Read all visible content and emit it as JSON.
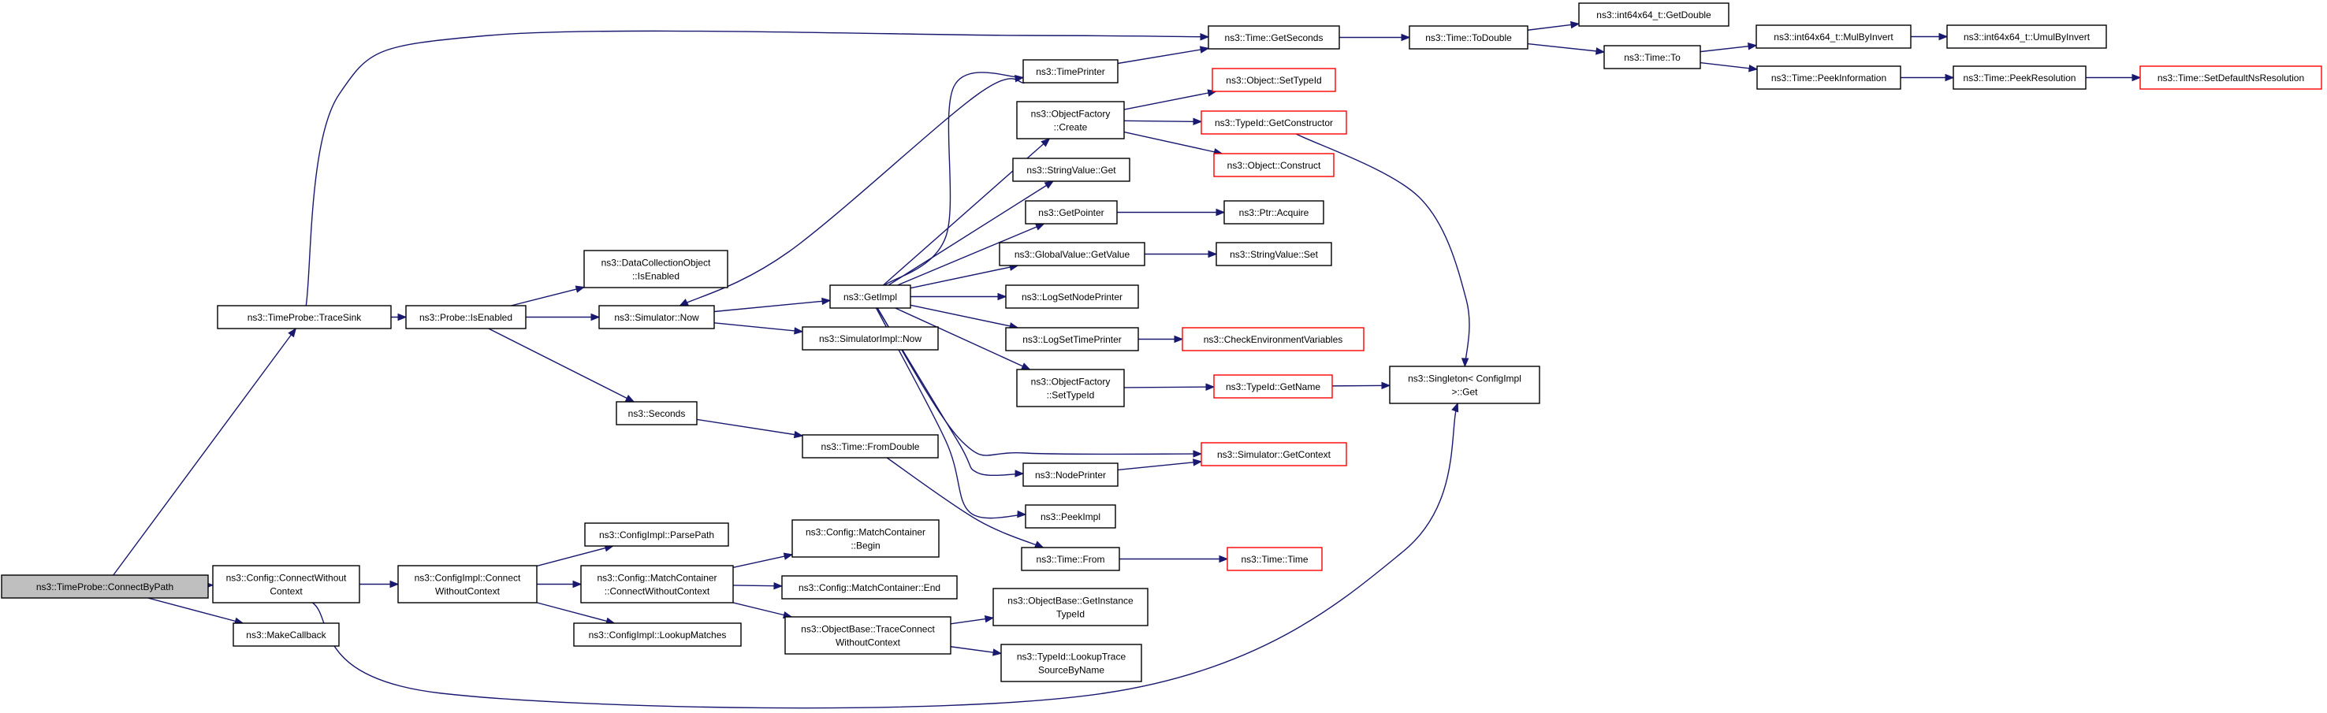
{
  "colors": {
    "edge": "#191970",
    "node_border": "#000000",
    "node_border_truncated": "#ff0000",
    "node_fill": "#ffffff",
    "root_fill": "#bfbfbf"
  },
  "graph": {
    "nodes": [
      {
        "id": "root",
        "lines": [
          "ns3::TimeProbe::ConnectByPath"
        ],
        "style": "root"
      },
      {
        "id": "tracesink",
        "lines": [
          "ns3::TimeProbe::TraceSink"
        ],
        "style": "normal"
      },
      {
        "id": "cfgconnect",
        "lines": [
          "ns3::Config::ConnectWithout",
          "Context"
        ],
        "style": "normal"
      },
      {
        "id": "makecallback",
        "lines": [
          "ns3::MakeCallback"
        ],
        "style": "normal"
      },
      {
        "id": "probeenabled",
        "lines": [
          "ns3::Probe::IsEnabled"
        ],
        "style": "normal"
      },
      {
        "id": "cfgimplconnect",
        "lines": [
          "ns3::ConfigImpl::Connect",
          "WithoutContext"
        ],
        "style": "normal"
      },
      {
        "id": "dcoenabled",
        "lines": [
          "ns3::DataCollectionObject",
          "::IsEnabled"
        ],
        "style": "normal"
      },
      {
        "id": "simnow",
        "lines": [
          "ns3::Simulator::Now"
        ],
        "style": "normal"
      },
      {
        "id": "seconds",
        "lines": [
          "ns3::Seconds"
        ],
        "style": "normal"
      },
      {
        "id": "parsepath",
        "lines": [
          "ns3::ConfigImpl::ParsePath"
        ],
        "style": "normal"
      },
      {
        "id": "mcconnect",
        "lines": [
          "ns3::Config::MatchContainer",
          "::ConnectWithoutContext"
        ],
        "style": "normal"
      },
      {
        "id": "lookupmatches",
        "lines": [
          "ns3::ConfigImpl::LookupMatches"
        ],
        "style": "normal"
      },
      {
        "id": "getimpl",
        "lines": [
          "ns3::GetImpl"
        ],
        "style": "normal"
      },
      {
        "id": "simimplnow",
        "lines": [
          "ns3::SimulatorImpl::Now"
        ],
        "style": "normal"
      },
      {
        "id": "fromdouble",
        "lines": [
          "ns3::Time::FromDouble"
        ],
        "style": "normal"
      },
      {
        "id": "mcbegin",
        "lines": [
          "ns3::Config::MatchContainer",
          "::Begin"
        ],
        "style": "normal"
      },
      {
        "id": "mcend",
        "lines": [
          "ns3::Config::MatchContainer::End"
        ],
        "style": "normal"
      },
      {
        "id": "traceconnect",
        "lines": [
          "ns3::ObjectBase::TraceConnect",
          "WithoutContext"
        ],
        "style": "normal"
      },
      {
        "id": "timeprinter",
        "lines": [
          "ns3::TimePrinter"
        ],
        "style": "normal"
      },
      {
        "id": "ofcreate",
        "lines": [
          "ns3::ObjectFactory",
          "::Create"
        ],
        "style": "normal"
      },
      {
        "id": "stringget",
        "lines": [
          "ns3::StringValue::Get"
        ],
        "style": "normal"
      },
      {
        "id": "getpointer",
        "lines": [
          "ns3::GetPointer"
        ],
        "style": "normal"
      },
      {
        "id": "gvgetvalue",
        "lines": [
          "ns3::GlobalValue::GetValue"
        ],
        "style": "normal"
      },
      {
        "id": "logsetnode",
        "lines": [
          "ns3::LogSetNodePrinter"
        ],
        "style": "normal"
      },
      {
        "id": "logsettime",
        "lines": [
          "ns3::LogSetTimePrinter"
        ],
        "style": "normal"
      },
      {
        "id": "ofsettypeid",
        "lines": [
          "ns3::ObjectFactory",
          "::SetTypeId"
        ],
        "style": "normal"
      },
      {
        "id": "nodeprinter",
        "lines": [
          "ns3::NodePrinter"
        ],
        "style": "normal"
      },
      {
        "id": "peekimpl",
        "lines": [
          "ns3::PeekImpl"
        ],
        "style": "normal"
      },
      {
        "id": "timefrom",
        "lines": [
          "ns3::Time::From"
        ],
        "style": "normal"
      },
      {
        "id": "getinstancetypeid",
        "lines": [
          "ns3::ObjectBase::GetInstance",
          "TypeId"
        ],
        "style": "normal"
      },
      {
        "id": "lookuptrace",
        "lines": [
          "ns3::TypeId::LookupTrace",
          "SourceByName"
        ],
        "style": "normal"
      },
      {
        "id": "getseconds",
        "lines": [
          "ns3::Time::GetSeconds"
        ],
        "style": "normal"
      },
      {
        "id": "objsettypeid",
        "lines": [
          "ns3::Object::SetTypeId"
        ],
        "style": "truncated"
      },
      {
        "id": "getconstructor",
        "lines": [
          "ns3::TypeId::GetConstructor"
        ],
        "style": "truncated"
      },
      {
        "id": "objconstruct",
        "lines": [
          "ns3::Object::Construct"
        ],
        "style": "truncated"
      },
      {
        "id": "ptracquire",
        "lines": [
          "ns3::Ptr::Acquire"
        ],
        "style": "normal"
      },
      {
        "id": "stringset",
        "lines": [
          "ns3::StringValue::Set"
        ],
        "style": "normal"
      },
      {
        "id": "checkenv",
        "lines": [
          "ns3::CheckEnvironmentVariables"
        ],
        "style": "truncated"
      },
      {
        "id": "getname",
        "lines": [
          "ns3::TypeId::GetName"
        ],
        "style": "truncated"
      },
      {
        "id": "getcontext",
        "lines": [
          "ns3::Simulator::GetContext"
        ],
        "style": "truncated"
      },
      {
        "id": "timetime",
        "lines": [
          "ns3::Time::Time"
        ],
        "style": "truncated"
      },
      {
        "id": "todouble",
        "lines": [
          "ns3::Time::ToDouble"
        ],
        "style": "normal"
      },
      {
        "id": "singleton",
        "lines": [
          "ns3::Singleton< ConfigImpl",
          " >::Get"
        ],
        "style": "normal"
      },
      {
        "id": "int64getdouble",
        "lines": [
          "ns3::int64x64_t::GetDouble"
        ],
        "style": "normal"
      },
      {
        "id": "timeto",
        "lines": [
          "ns3::Time::To"
        ],
        "style": "normal"
      },
      {
        "id": "mulbyinvert",
        "lines": [
          "ns3::int64x64_t::MulByInvert"
        ],
        "style": "normal"
      },
      {
        "id": "peekinfo",
        "lines": [
          "ns3::Time::PeekInformation"
        ],
        "style": "normal"
      },
      {
        "id": "umulbyinvert",
        "lines": [
          "ns3::int64x64_t::UmulByInvert"
        ],
        "style": "normal"
      },
      {
        "id": "peekres",
        "lines": [
          "ns3::Time::PeekResolution"
        ],
        "style": "normal"
      },
      {
        "id": "setdefaultres",
        "lines": [
          "ns3::Time::SetDefaultNsResolution"
        ],
        "style": "truncated"
      }
    ],
    "edges": [
      {
        "from": "root",
        "to": "tracesink"
      },
      {
        "from": "root",
        "to": "cfgconnect"
      },
      {
        "from": "root",
        "to": "makecallback"
      },
      {
        "from": "tracesink",
        "to": "getseconds"
      },
      {
        "from": "tracesink",
        "to": "probeenabled"
      },
      {
        "from": "cfgconnect",
        "to": "cfgimplconnect"
      },
      {
        "from": "cfgconnect",
        "to": "singleton"
      },
      {
        "from": "probeenabled",
        "to": "dcoenabled"
      },
      {
        "from": "probeenabled",
        "to": "simnow"
      },
      {
        "from": "probeenabled",
        "to": "seconds"
      },
      {
        "from": "simnow",
        "to": "getimpl"
      },
      {
        "from": "simnow",
        "to": "simimplnow"
      },
      {
        "from": "seconds",
        "to": "fromdouble"
      },
      {
        "from": "fromdouble",
        "to": "timefrom"
      },
      {
        "from": "cfgimplconnect",
        "to": "parsepath"
      },
      {
        "from": "cfgimplconnect",
        "to": "mcconnect"
      },
      {
        "from": "cfgimplconnect",
        "to": "lookupmatches"
      },
      {
        "from": "mcconnect",
        "to": "mcbegin"
      },
      {
        "from": "mcconnect",
        "to": "mcend"
      },
      {
        "from": "mcconnect",
        "to": "traceconnect"
      },
      {
        "from": "traceconnect",
        "to": "getinstancetypeid"
      },
      {
        "from": "traceconnect",
        "to": "lookuptrace"
      },
      {
        "from": "getimpl",
        "to": "timeprinter"
      },
      {
        "from": "getimpl",
        "to": "ofcreate"
      },
      {
        "from": "getimpl",
        "to": "stringget"
      },
      {
        "from": "getimpl",
        "to": "getpointer"
      },
      {
        "from": "getimpl",
        "to": "gvgetvalue"
      },
      {
        "from": "getimpl",
        "to": "logsetnode"
      },
      {
        "from": "getimpl",
        "to": "logsettime"
      },
      {
        "from": "getimpl",
        "to": "ofsettypeid"
      },
      {
        "from": "getimpl",
        "to": "getcontext"
      },
      {
        "from": "getimpl",
        "to": "nodeprinter"
      },
      {
        "from": "getimpl",
        "to": "peekimpl"
      },
      {
        "from": "timeprinter",
        "to": "simnow"
      },
      {
        "from": "timeprinter",
        "to": "getseconds"
      },
      {
        "from": "ofcreate",
        "to": "objsettypeid"
      },
      {
        "from": "ofcreate",
        "to": "getconstructor"
      },
      {
        "from": "ofcreate",
        "to": "objconstruct"
      },
      {
        "from": "getpointer",
        "to": "ptracquire"
      },
      {
        "from": "gvgetvalue",
        "to": "stringset"
      },
      {
        "from": "logsettime",
        "to": "checkenv"
      },
      {
        "from": "ofsettypeid",
        "to": "getname"
      },
      {
        "from": "nodeprinter",
        "to": "getcontext"
      },
      {
        "from": "timefrom",
        "to": "timetime"
      },
      {
        "from": "getconstructor",
        "to": "singleton"
      },
      {
        "from": "getname",
        "to": "singleton"
      },
      {
        "from": "getseconds",
        "to": "todouble"
      },
      {
        "from": "todouble",
        "to": "int64getdouble"
      },
      {
        "from": "todouble",
        "to": "timeto"
      },
      {
        "from": "timeto",
        "to": "mulbyinvert"
      },
      {
        "from": "timeto",
        "to": "peekinfo"
      },
      {
        "from": "mulbyinvert",
        "to": "umulbyinvert"
      },
      {
        "from": "peekinfo",
        "to": "peekres"
      },
      {
        "from": "peekres",
        "to": "setdefaultres"
      }
    ]
  }
}
